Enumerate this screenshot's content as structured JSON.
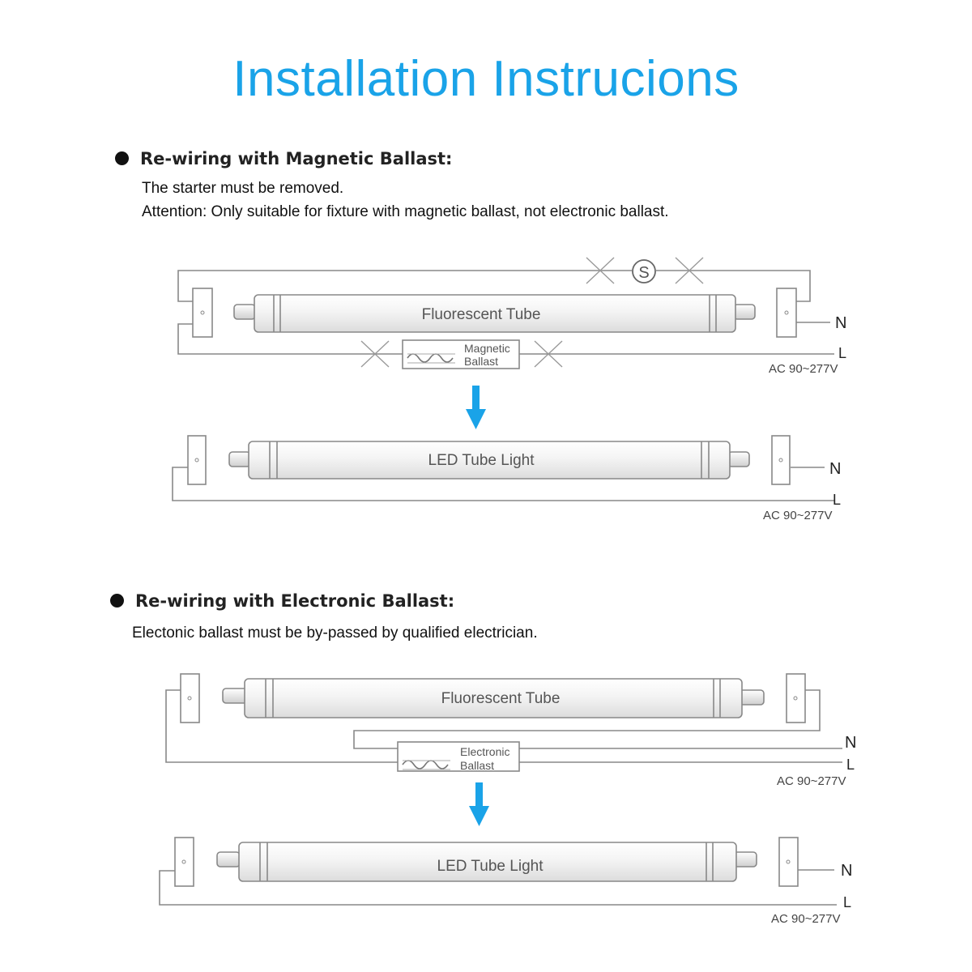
{
  "title": "Installation Instrucions",
  "magnetic": {
    "heading": "Re-wiring with Magnetic Ballast:",
    "line1": "The starter must be removed.",
    "line2": "Attention: Only suitable for fixture with magnetic ballast, not electronic ballast.",
    "starter_symbol": "S",
    "before": {
      "tube_label": "Fluorescent Tube",
      "ballast_line1": "Magnetic",
      "ballast_line2": "Ballast",
      "n_label": "N",
      "l_label": "L",
      "ac_label": "AC 90~277V"
    },
    "after": {
      "tube_label": "LED Tube Light",
      "n_label": "N",
      "l_label": "L",
      "ac_label": "AC 90~277V"
    }
  },
  "electronic": {
    "heading": "Re-wiring with Electronic Ballast:",
    "line1": "Electonic ballast must be by-passed by qualified electrician.",
    "before": {
      "tube_label": "Fluorescent Tube",
      "ballast_line1": "Electronic",
      "ballast_line2": "Ballast",
      "n_label": "N",
      "l_label": "L",
      "ac_label": "AC 90~277V"
    },
    "after": {
      "tube_label": "LED Tube Light",
      "n_label": "N",
      "l_label": "L",
      "ac_label": "AC 90~277V"
    }
  },
  "colors": {
    "title": "#1aa3e8",
    "arrow": "#1aa3e8",
    "line": "#888888"
  }
}
